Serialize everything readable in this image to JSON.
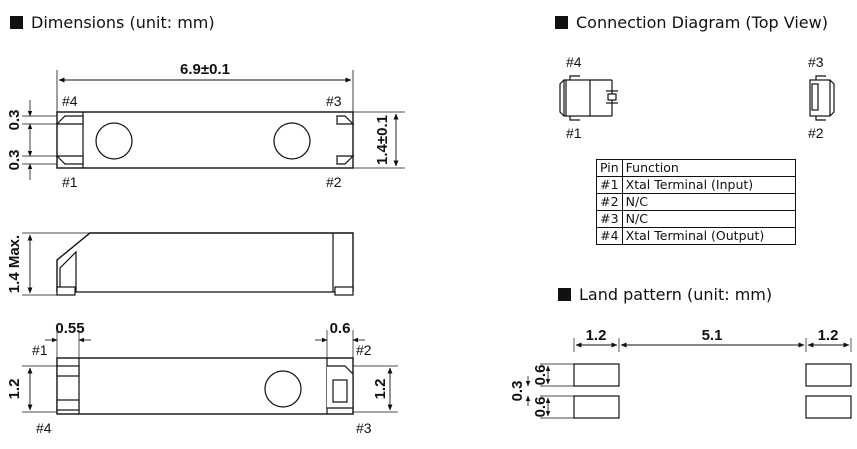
{
  "sections": {
    "dimensions": "Dimensions (unit: mm)",
    "connection": "Connection Diagram (Top View)",
    "land": "Land pattern (unit: mm)"
  },
  "top_view": {
    "length": "6.9±0.1",
    "height": "1.4±0.1",
    "pad_upper": "0.3",
    "pad_lower": "0.3",
    "pin_tl": "#4",
    "pin_tr": "#3",
    "pin_bl": "#1",
    "pin_br": "#2"
  },
  "side_view": {
    "max_height": "1.4 Max."
  },
  "bottom_view": {
    "left_pad_w": "0.55",
    "right_pad_w": "0.6",
    "left_h": "1.2",
    "right_h": "1.2",
    "pin_tl": "#1",
    "pin_tr": "#2",
    "pin_bl": "#4",
    "pin_br": "#3"
  },
  "connection": {
    "pin_tl": "#4",
    "pin_tr": "#3",
    "pin_bl": "#1",
    "pin_br": "#2"
  },
  "pin_table": {
    "headers": [
      "Pin",
      "Function"
    ],
    "rows": [
      [
        "#1",
        "Xtal Terminal (Input)"
      ],
      [
        "#2",
        "N/C"
      ],
      [
        "#3",
        "N/C"
      ],
      [
        "#4",
        "Xtal Terminal (Output)"
      ]
    ]
  },
  "land_pattern": {
    "pad_w_left": "1.2",
    "gap": "5.1",
    "pad_w_right": "1.2",
    "pad_h_top": "0.6",
    "pad_gap": "0.3",
    "pad_h_bottom": "0.6"
  }
}
